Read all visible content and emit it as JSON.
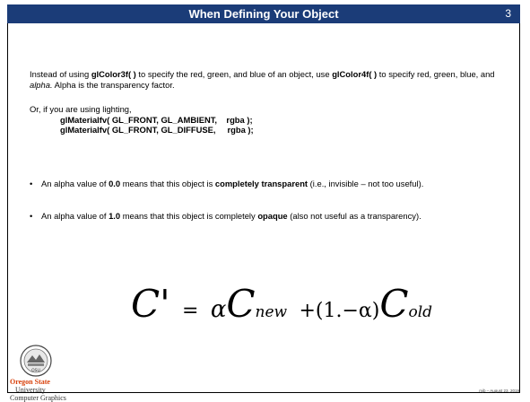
{
  "slide": {
    "title": "When Defining Your Object",
    "page_number": "3",
    "para1": {
      "t1": "Instead of using ",
      "b1": "glColor3f( )",
      "t2": " to specify the red, green, and blue of an object, use ",
      "b2": "glColor4f( )",
      "t3": " to specify red, green, blue, and ",
      "i1": "alpha.",
      "t4": " Alpha is the transparency factor."
    },
    "para2": {
      "intro": "Or, if you are using lighting,",
      "code1": "glMaterialfv( GL_FRONT, GL_AMBIENT,    rgba );",
      "code2": "glMaterialfv( GL_FRONT, GL_DIFFUSE,     rgba );"
    },
    "bullets": [
      {
        "t1": "An alpha value of ",
        "b1": "0.0",
        "t2": " means that this object is ",
        "b2": "completely transparent",
        "t3": " (i.e., invisible – not too useful)."
      },
      {
        "t1": "An alpha value of ",
        "b1": "1.0",
        "t2": " means that this object is completely ",
        "b2": "opaque",
        "t3": " (also not useful as a transparency)."
      }
    ],
    "bullet_glyph": "•",
    "equation": {
      "lhs": "C'",
      "eq": "=",
      "alpha": "α",
      "c": "C",
      "new_sub": "new",
      "plus": "+",
      "paren": "(1.−α)",
      "old_sub": "old"
    }
  },
  "logo": {
    "line1": "Oregon State",
    "line2": "University",
    "line3": "Computer Graphics",
    "seal_monogram": "OSU"
  },
  "footer": {
    "text": "mjb – August 23, 2019"
  },
  "colors": {
    "title_bar": "#1b3c78",
    "osu_orange": "#d73f09"
  }
}
